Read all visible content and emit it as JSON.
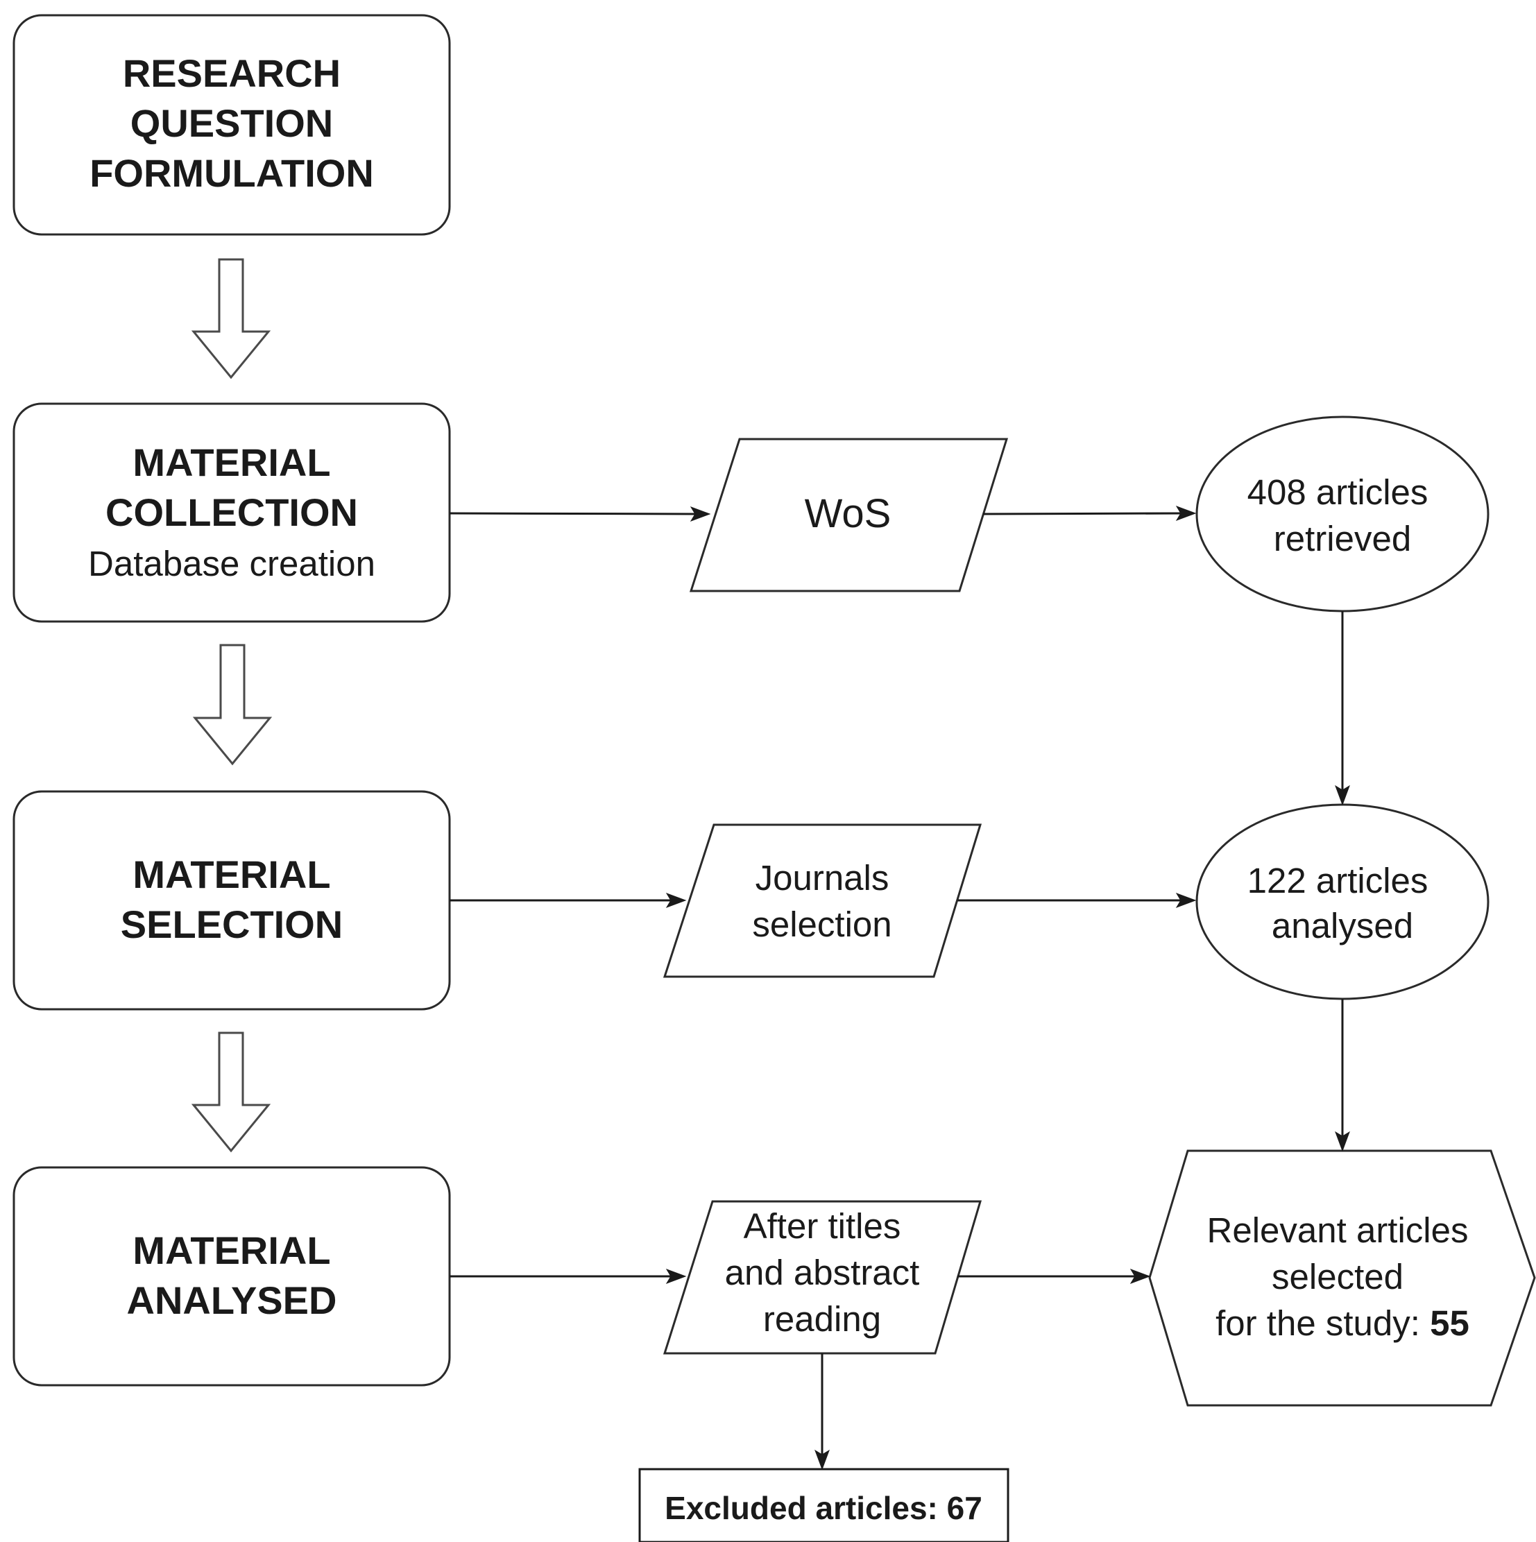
{
  "steps": {
    "research": {
      "line1": "RESEARCH",
      "line2": "QUESTION",
      "line3": "FORMULATION"
    },
    "collection": {
      "line1": "MATERIAL",
      "line2": "COLLECTION",
      "sub": "Database creation"
    },
    "selection": {
      "line1": "MATERIAL",
      "line2": "SELECTION"
    },
    "analysed": {
      "line1": "MATERIAL",
      "line2": "ANALYSED"
    }
  },
  "inputs": {
    "wos": "WoS",
    "journals": {
      "line1": "Journals",
      "line2": "selection"
    },
    "reading": {
      "line1": "After titles",
      "line2": "and abstract",
      "line3": "reading"
    }
  },
  "results": {
    "retrieved": {
      "line1": "408 articles",
      "line2": "retrieved"
    },
    "analysed": {
      "line1": "122 articles",
      "line2": "analysed"
    },
    "relevant": {
      "line1": "Relevant articles",
      "line2": "selected",
      "line3": "for the study: ",
      "count": "55"
    }
  },
  "excluded": "Excluded articles: 67"
}
